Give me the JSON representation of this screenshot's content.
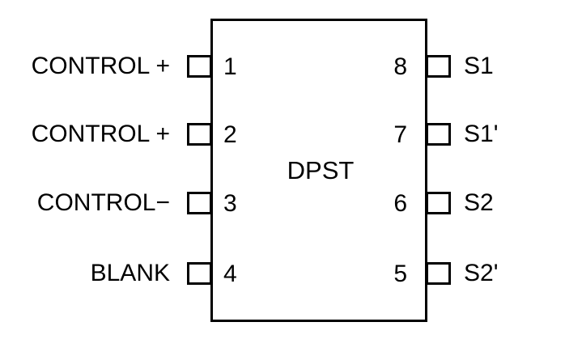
{
  "diagram": {
    "part_label": "DPST",
    "package": {
      "pin_count": 8,
      "outline_color": "#000000",
      "fill_color": "#ffffff"
    },
    "left_pins": [
      {
        "number": "1",
        "label": "CONTROL +"
      },
      {
        "number": "2",
        "label": "CONTROL +"
      },
      {
        "number": "3",
        "label": "CONTROL−"
      },
      {
        "number": "4",
        "label": "BLANK"
      }
    ],
    "right_pins": [
      {
        "number": "8",
        "label": "S1"
      },
      {
        "number": "7",
        "label": "S1'"
      },
      {
        "number": "6",
        "label": "S2"
      },
      {
        "number": "5",
        "label": "S2'"
      }
    ]
  }
}
